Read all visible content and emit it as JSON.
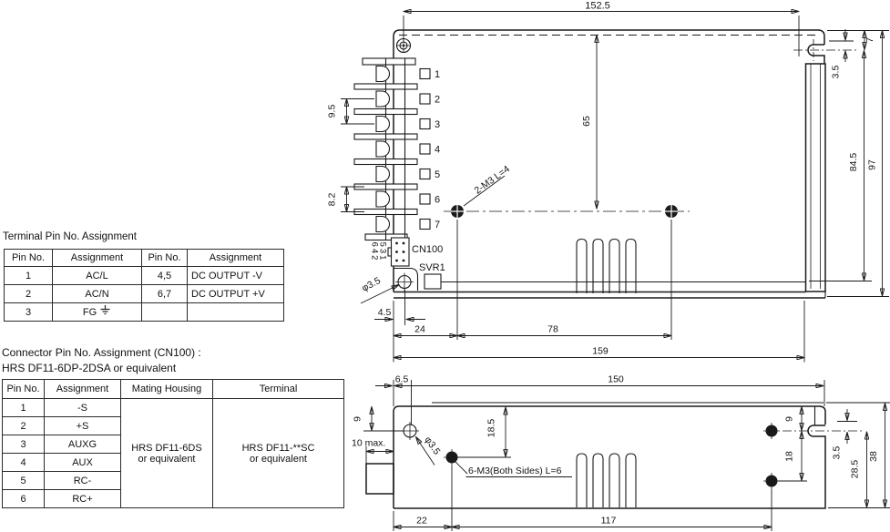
{
  "terminal_table": {
    "title": "Terminal Pin No.  Assignment",
    "headers": [
      "Pin No.",
      "Assignment",
      "Pin No.",
      "Assignment"
    ],
    "rows": [
      [
        "1",
        "AC/L",
        "4,5",
        "DC OUTPUT -V"
      ],
      [
        "2",
        "AC/N",
        "6,7",
        "DC OUTPUT +V"
      ],
      [
        "3",
        "FG",
        "",
        ""
      ]
    ]
  },
  "connector_table": {
    "title_line1": "Connector Pin No. Assignment (CN100) :",
    "title_line2": "HRS DF11-6DP-2DSA or equivalent",
    "headers": [
      "Pin No.",
      "Assignment",
      "Mating Housing",
      "Terminal"
    ],
    "rows": [
      [
        "1",
        "-S"
      ],
      [
        "2",
        "+S"
      ],
      [
        "3",
        "AUXG"
      ],
      [
        "4",
        "AUX"
      ],
      [
        "5",
        "RC-"
      ],
      [
        "6",
        "RC+"
      ]
    ],
    "mating_housing_line1": "HRS DF11-6DS",
    "mating_housing_line2": "or equivalent",
    "terminal_line1": "HRS DF11-**SC",
    "terminal_line2": "or equivalent"
  },
  "top_view": {
    "dim_152_5": "152.5",
    "dim_65": "65",
    "dim_7": "7",
    "dim_3_5": "3.5",
    "dim_84_5": "84.5",
    "dim_97": "97",
    "dim_9_5": "9.5",
    "dim_8_2": "8.2",
    "dim_4_5": "4.5",
    "dim_24": "24",
    "dim_78": "78",
    "dim_159": "159",
    "label_2m3": "2-M3 L=4",
    "label_phi35": "φ3.5",
    "label_cn100": "CN100",
    "label_svr1": "SVR1",
    "pin_row_even": "642",
    "pin_row_odd": "531",
    "terminals": [
      "1",
      "2",
      "3",
      "4",
      "5",
      "6",
      "7"
    ]
  },
  "bottom_view": {
    "dim_6_5": "6.5",
    "dim_150": "150",
    "dim_9_left": "9",
    "dim_10_max": "10 max.",
    "label_phi35": "φ3.5",
    "dim_18_5": "18.5",
    "label_6m3": "6-M3(Both Sides) L=6",
    "dim_22": "22",
    "dim_117": "117",
    "dim_9_right": "9",
    "dim_18": "18",
    "dim_3_5": "3.5",
    "dim_28_5": "28.5",
    "dim_38": "38"
  }
}
